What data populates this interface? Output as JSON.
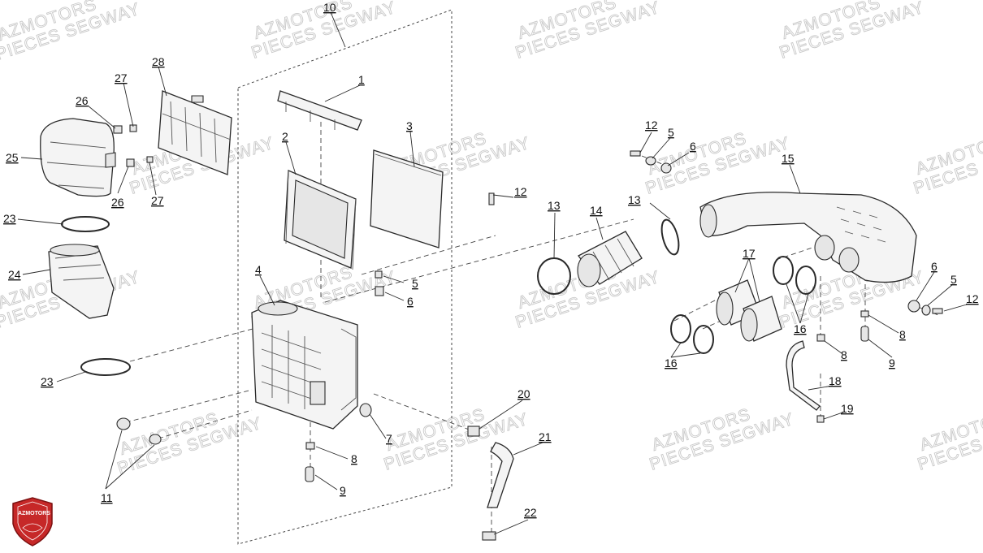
{
  "diagram": {
    "watermark_line1": "AZMOTORS",
    "watermark_line2": "PIECES SEGWAY",
    "logo_text": "AZMOTORS",
    "colors": {
      "line": "#2a2a2a",
      "watermark": "#c9c9c9",
      "logo": "#c62828"
    },
    "callouts": {
      "c1": "1",
      "c2": "2",
      "c3": "3",
      "c4": "4",
      "c5a": "5",
      "c5b": "5",
      "c5c": "5",
      "c6a": "6",
      "c6b": "6",
      "c6c": "6",
      "c7": "7",
      "c8a": "8",
      "c8b": "8",
      "c8c": "8",
      "c9a": "9",
      "c9b": "9",
      "c10": "10",
      "c11": "11",
      "c12a": "12",
      "c12b": "12",
      "c12c": "12",
      "c13a": "13",
      "c13b": "13",
      "c14": "14",
      "c15": "15",
      "c16a": "16",
      "c16b": "16",
      "c17": "17",
      "c18": "18",
      "c19": "19",
      "c20": "20",
      "c21": "21",
      "c22": "22",
      "c23a": "23",
      "c23b": "23",
      "c24": "24",
      "c25": "25",
      "c26a": "26",
      "c26b": "26",
      "c27a": "27",
      "c27b": "27",
      "c28": "28"
    }
  }
}
